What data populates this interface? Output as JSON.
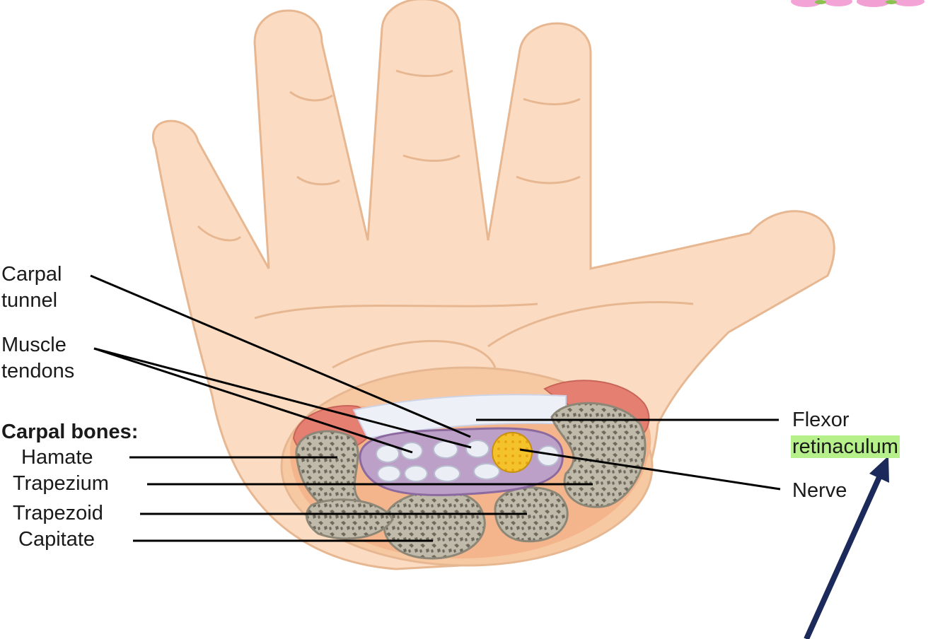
{
  "labels": {
    "carpal_tunnel_1": "Carpal",
    "carpal_tunnel_2": "tunnel",
    "muscle_tendons_1": "Muscle",
    "muscle_tendons_2": "tendons",
    "carpal_bones": "Carpal bones:",
    "hamate": "Hamate",
    "trapezium": "Trapezium",
    "trapezoid": "Trapezoid",
    "capitate": "Capitate",
    "flexor_1": "Flexor",
    "flexor_2": "retinaculum",
    "nerve": "Nerve"
  },
  "colors": {
    "skin": "#fbdcc2",
    "skin_outline": "#e8b893",
    "bone": "#bdb8a8",
    "tunnel": "#bda0c8",
    "tendon": "#e9ebf4",
    "nerve": "#f4c22a",
    "muscle": "#e57f72",
    "highlight": "#b6f08a",
    "arrow": "#1b2a5a"
  },
  "icons": [
    "navy-arrow-icon",
    "pink-flower-decoration-icon"
  ]
}
